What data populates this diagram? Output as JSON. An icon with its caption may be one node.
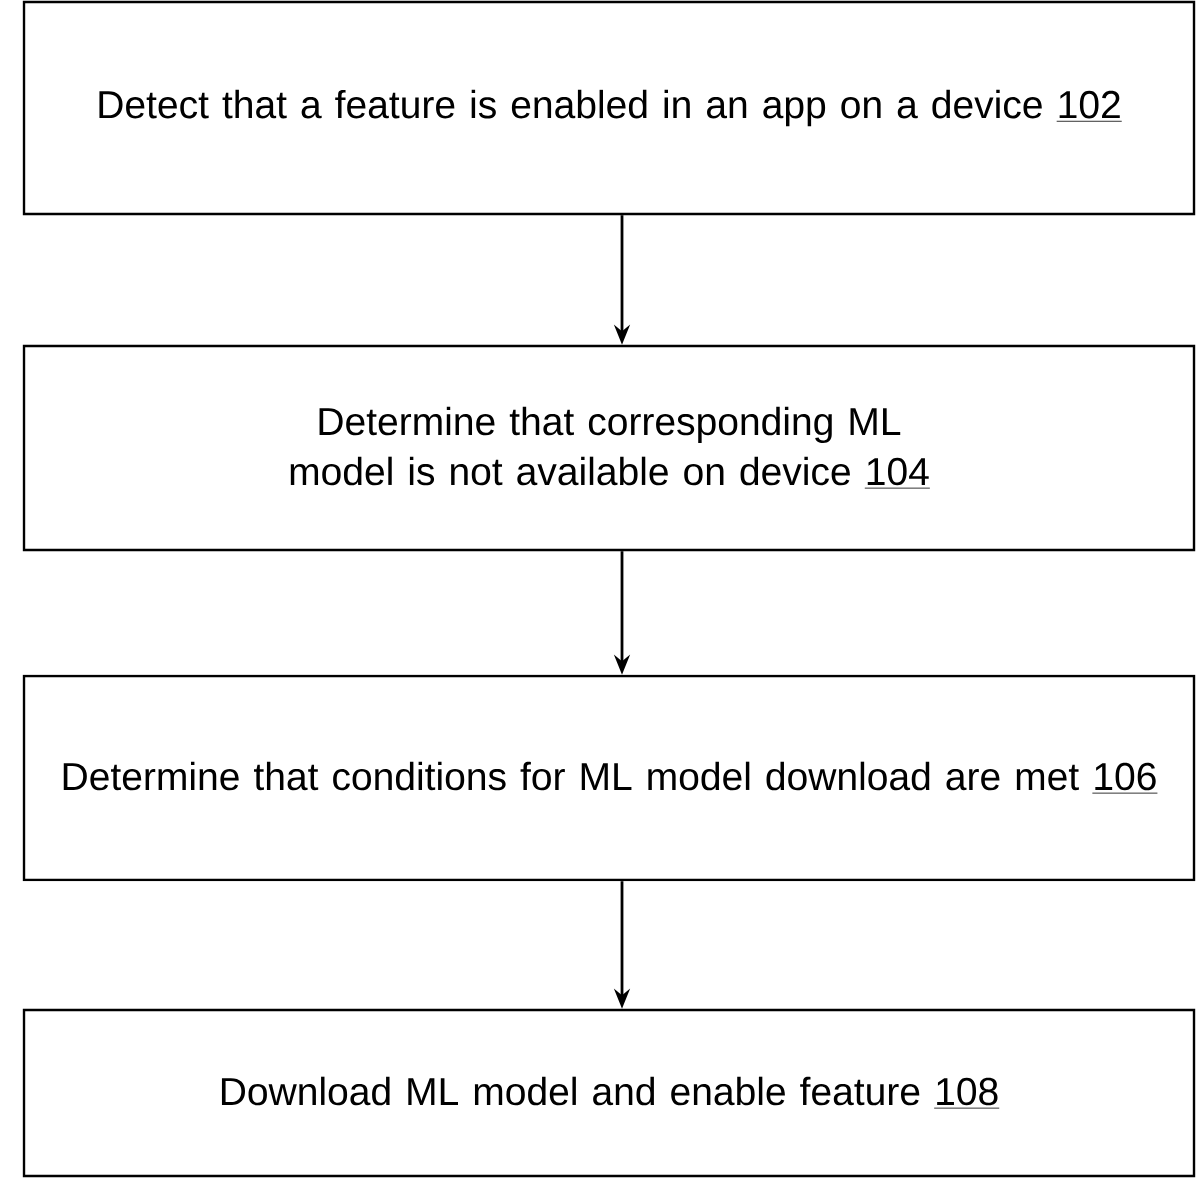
{
  "diagram": {
    "nodes": [
      {
        "text": [
          "Detect that a feature is enabled in an app on a device",
          "102"
        ]
      },
      {
        "text": [
          "Determine that corresponding ML model is not available on device",
          "104"
        ]
      },
      {
        "text": [
          "Determine that conditions for ML model download are met",
          "106"
        ]
      },
      {
        "text": [
          "Download ML model and enable feature",
          "108"
        ]
      }
    ],
    "edges": [
      {
        "from": 0,
        "to": 1,
        "arrow": "to"
      },
      {
        "from": 1,
        "to": 2,
        "arrow": "to"
      },
      {
        "from": 2,
        "to": 3,
        "arrow": "to"
      }
    ]
  }
}
